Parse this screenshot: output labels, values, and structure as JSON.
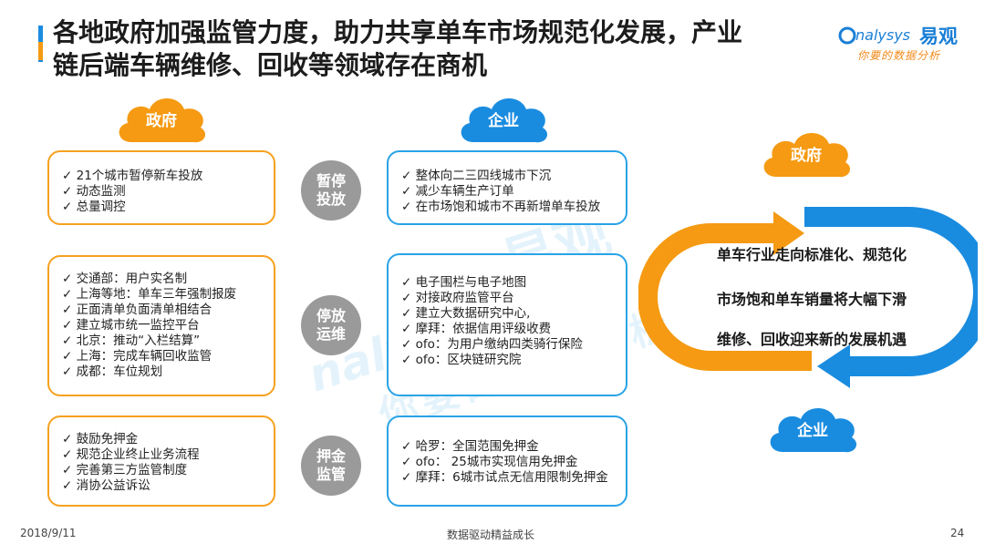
{
  "title": {
    "line1": "各地政府加强监管力度，助力共享单车市场规范化发展，产业",
    "line2": "链后端车辆维修、回收等领域存在商机"
  },
  "logo": {
    "brand_en": "nalysys",
    "brand_cn": "易观",
    "tagline": "你要的数据分析"
  },
  "columns": {
    "government_label": "政府",
    "enterprise_label": "企业"
  },
  "rows": [
    {
      "center_line1": "暂停",
      "center_line2": "投放",
      "gov_items": [
        "21个城市暂停新车投放",
        "动态监测",
        "总量调控"
      ],
      "ent_items": [
        "整体向二三四线城市下沉",
        "减少车辆生产订单",
        "在市场饱和城市不再新增单车投放"
      ]
    },
    {
      "center_line1": "停放",
      "center_line2": "运维",
      "gov_items": [
        "交通部：用户实名制",
        "上海等地：单车三年强制报废",
        "正面清单负面清单相结合",
        "建立城市统一监控平台",
        "北京：推动“入栏结算”",
        "上海：完成车辆回收监管",
        "成都：车位规划"
      ],
      "ent_items": [
        "电子围栏与电子地图",
        "对接政府监管平台",
        "建立大数据研究中心,",
        "摩拜：依据信用评级收费",
        "ofo：为用户缴纳四类骑行保险",
        "ofo：区块链研究院"
      ]
    },
    {
      "center_line1": "押金",
      "center_line2": "监管",
      "gov_items": [
        "鼓励免押金",
        "规范企业终止业务流程",
        "完善第三方监管制度",
        "消协公益诉讼"
      ],
      "ent_items": [
        "哈罗：全国范围免押金",
        "ofo： 25城市实现信用免押金",
        "摩拜：6城市试点无信用限制免押金"
      ]
    }
  ],
  "cycle": {
    "top_label": "政府",
    "bottom_label": "企业",
    "statements": [
      "单车行业走向标准化、规范化",
      "市场饱和单车销量将大幅下滑",
      "维修、回收迎来新的发展机遇"
    ],
    "orange": "#f59a12",
    "blue": "#1a8ce0"
  },
  "footer": {
    "date": "2018/9/11",
    "slogan": "数据驱动精益成长",
    "page": "24"
  }
}
